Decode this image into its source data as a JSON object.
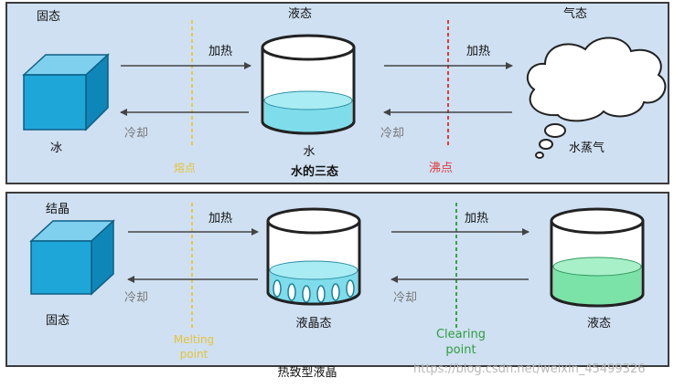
{
  "top_panel": {
    "solid_state": "固态",
    "liquid_state": "液态",
    "gas_state": "气态",
    "heat_left": "加热",
    "heat_right": "加热",
    "cool_left": "冷却",
    "cool_right": "冷却",
    "ice": "冰",
    "water": "水",
    "vapor": "水蒸气",
    "caption": "水的三态",
    "melting_point": "熔点",
    "boiling_point": "沸点"
  },
  "bottom_panel": {
    "crystal": "结晶",
    "heat_left": "加热",
    "heat_right": "加热",
    "cool_left": "冷却",
    "cool_right": "冷却",
    "solid_state": "固态",
    "lc_state": "液晶态",
    "liquid_state": "液态",
    "melting_point": "Melting point",
    "clearing_point": "Clearing point",
    "caption": "热致型液晶"
  },
  "watermark": "https://blog.csdn.net/weixin_45499326",
  "colors": {
    "panel_bg": "#cfe0f2",
    "cube": "#1fa6d8",
    "water": "#7fdcea",
    "liquid_green": "#7be2a8",
    "melting_line": "#e8c84a",
    "boiling_line": "#e03a3a",
    "clearing_line": "#34a444"
  }
}
